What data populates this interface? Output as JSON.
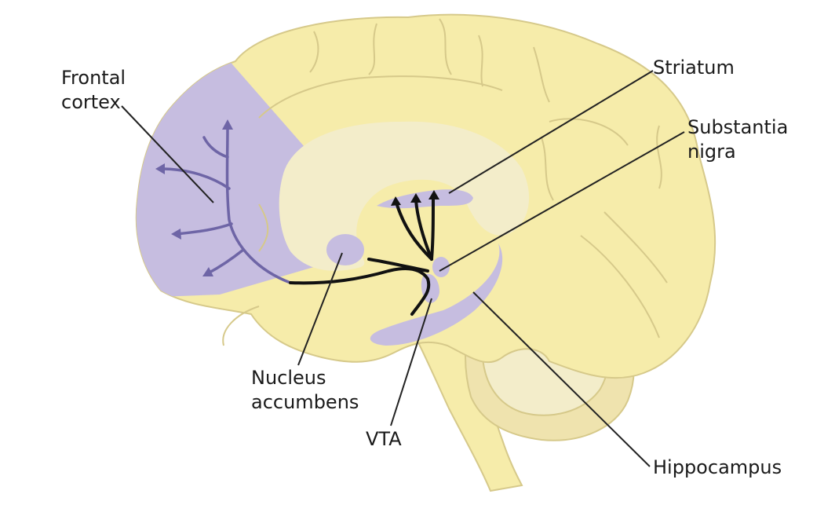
{
  "labels": {
    "frontal_cortex": [
      "Frontal",
      "cortex"
    ],
    "striatum": "Striatum",
    "substantia_nigra": [
      "Substantia",
      "nigra"
    ],
    "nucleus_accumbens": [
      "Nucleus",
      "accumbens"
    ],
    "vta": "VTA",
    "hippocampus": "Hippocampus"
  },
  "colors": {
    "brain": "#f6ecaa",
    "brain_outline": "#d6c98a",
    "inner_pale": "#f3edca",
    "cerebellum": "#efe3ae",
    "region": "#c6bde0",
    "pathway": "#111111",
    "cortex_vessel": "#6e65a6",
    "leader": "#222222"
  }
}
